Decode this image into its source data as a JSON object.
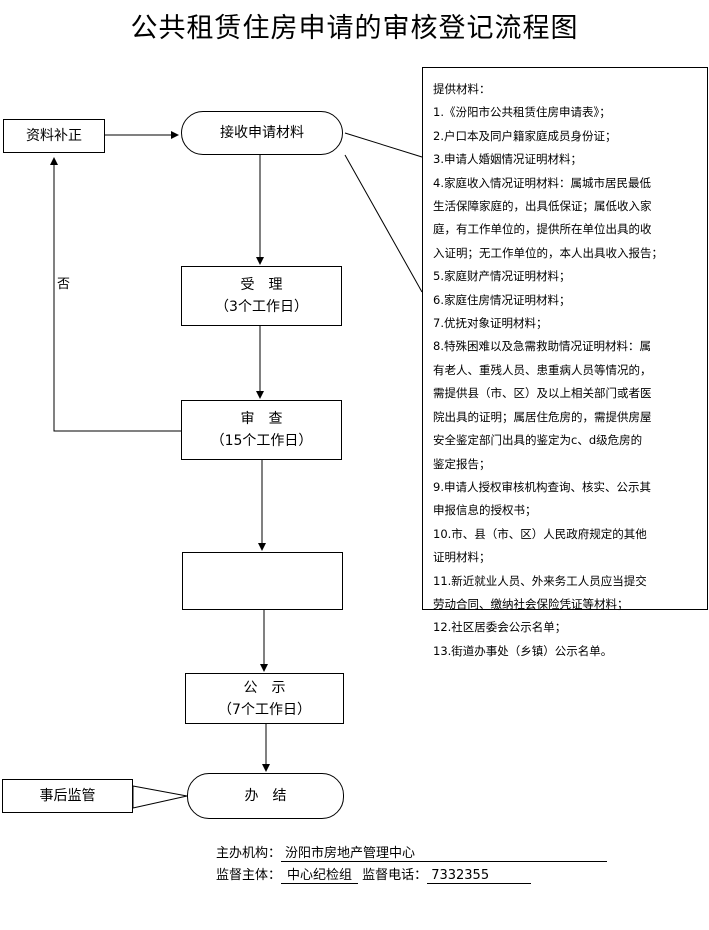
{
  "title": "公共租赁住房申请的审核登记流程图",
  "nodes": {
    "supplement": "资料补正",
    "receive": "接收申请材料",
    "accept": "受　理",
    "accept_days": "（3个工作日）",
    "review": "审　查",
    "review_days": "（15个工作日）",
    "blank": "",
    "publicity": "公　示",
    "publicity_days": "（7个工作日）",
    "done": "办　结",
    "supervise": "事后监管"
  },
  "edge_labels": {
    "no": "否"
  },
  "materials": [
    "提供材料：",
    "1.《汾阳市公共租赁住房申请表》；",
    "2.户口本及同户籍家庭成员身份证；",
    "3.申请人婚姻情况证明材料；",
    "4.家庭收入情况证明材料：属城市居民最低",
    "生活保障家庭的，出具低保证；属低收入家",
    "庭，有工作单位的，提供所在单位出具的收",
    "入证明；无工作单位的，本人出具收入报告；",
    "5.家庭财产情况证明材料；",
    "6.家庭住房情况证明材料；",
    "7.优抚对象证明材料；",
    "8.特殊困难以及急需救助情况证明材料：属",
    "有老人、重残人员、患重病人员等情况的，",
    "需提供县（市、区）及以上相关部门或者医",
    "院出具的证明；属居住危房的，需提供房屋",
    "安全鉴定部门出具的鉴定为c、d级危房的",
    "鉴定报告；",
    "9.申请人授权审核机构查询、核实、公示其",
    "申报信息的授权书；",
    "10.市、县（市、区）人民政府规定的其他",
    "证明材料；",
    "11.新近就业人员、外来务工人员应当提交",
    "劳动合同、缴纳社会保险凭证等材料；",
    "12.社区居委会公示名单；",
    "13.街道办事处（乡镇）公示名单。"
  ],
  "footer": {
    "org_label": "主办机构：",
    "org_value": "汾阳市房地产管理中心",
    "supervisor_label": "监督主体：",
    "supervisor_value": "中心纪检组",
    "phone_label": "监督电话：",
    "phone_value": "7332355"
  }
}
